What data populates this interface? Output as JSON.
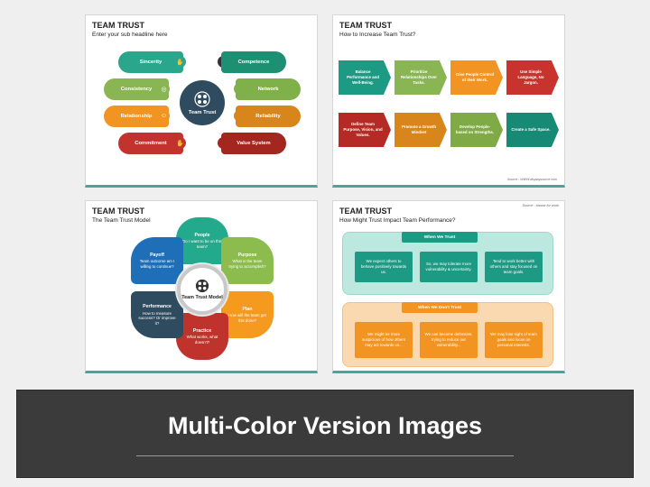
{
  "slide1": {
    "title": "TEAM TRUST",
    "subtitle": "Enter your sub headline here",
    "center_label": "Team Trust",
    "left_items": [
      {
        "label": "Sincerity",
        "color": "#2aa68d",
        "icon": "handshake-icon"
      },
      {
        "label": "Consistency",
        "color": "#8ab553",
        "icon": "target-icon"
      },
      {
        "label": "Relationship",
        "color": "#f29422",
        "icon": "people-icon"
      },
      {
        "label": "Commitment",
        "color": "#c2332e",
        "icon": "handshake-icon"
      }
    ],
    "right_items": [
      {
        "label": "Competence",
        "color": "#1d8f72",
        "icon": "gears-icon"
      },
      {
        "label": "Network",
        "color": "#7fb04a",
        "icon": "network-icon"
      },
      {
        "label": "Reliability",
        "color": "#d8861c",
        "icon": "thumbs-up-icon"
      },
      {
        "label": "Value System",
        "color": "#a3261f",
        "icon": "globe-icon"
      }
    ]
  },
  "slide2": {
    "title": "TEAM TRUST",
    "subtitle": "How to Increase Team Trust?",
    "source": "Source : WWW.displaysource.com",
    "arrows": [
      {
        "text": "Balance Performance and Well-Being.",
        "color": "#1d9a84"
      },
      {
        "text": "Prioritize Relationships Over Tasks.",
        "color": "#8ab553"
      },
      {
        "text": "Give People Control of their Work.",
        "color": "#f29422"
      },
      {
        "text": "Use Simple Language, No Jargon.",
        "color": "#c9332d"
      },
      {
        "text": "Define Team Purpose, Vision, and Values.",
        "color": "#b52a24"
      },
      {
        "text": "Promote a Growth Mindset",
        "color": "#d8861c"
      },
      {
        "text": "Develop People-based on Strengths.",
        "color": "#7faa45"
      },
      {
        "text": "Create a Safe Space.",
        "color": "#168a74"
      }
    ]
  },
  "slide3": {
    "title": "TEAM TRUST",
    "subtitle": "The Team Trust Model",
    "hub": "Team Trust Model",
    "petals": [
      {
        "title": "People",
        "text": "Do I want to be on this team?",
        "color": "#23a98c"
      },
      {
        "title": "Purpose",
        "text": "What is the team trying to accomplish?",
        "color": "#8dbc4e"
      },
      {
        "title": "Plan",
        "text": "How will the team get this done?",
        "color": "#f59a1e"
      },
      {
        "title": "Practice",
        "text": "What works, what doesn't?",
        "color": "#c0332c"
      },
      {
        "title": "Performance",
        "text": "How to measure success? Or improve it?",
        "color": "#2f4b5f"
      },
      {
        "title": "Payoff",
        "text": "Team outcome am I willing to continue?",
        "color": "#1f6fb8"
      }
    ]
  },
  "slide4": {
    "title": "TEAM TRUST",
    "subtitle": "How Might Trust Impact Team Performance?",
    "source": "Source : bizzaz for work",
    "trust": {
      "label": "When We Trust",
      "color": "#1d9a84",
      "bg": "#bde8df",
      "cards": [
        "We expect others to behave positively towards us.",
        "So, we may tolerate more vulnerability & uncertainty.",
        "Tend to work better with others and stay focused on team goals."
      ]
    },
    "distrust": {
      "label": "When We Don't Trust",
      "color": "#f29422",
      "bg": "#fbd9b0",
      "cards": [
        "We might be more suspicious of how others may act towards us...",
        "We can become defensive, trying to reduce our vulnerability...",
        "We may lose sight of team goals and focus on personal interests."
      ]
    }
  },
  "banner": {
    "title": "Multi-Color Version Images"
  }
}
